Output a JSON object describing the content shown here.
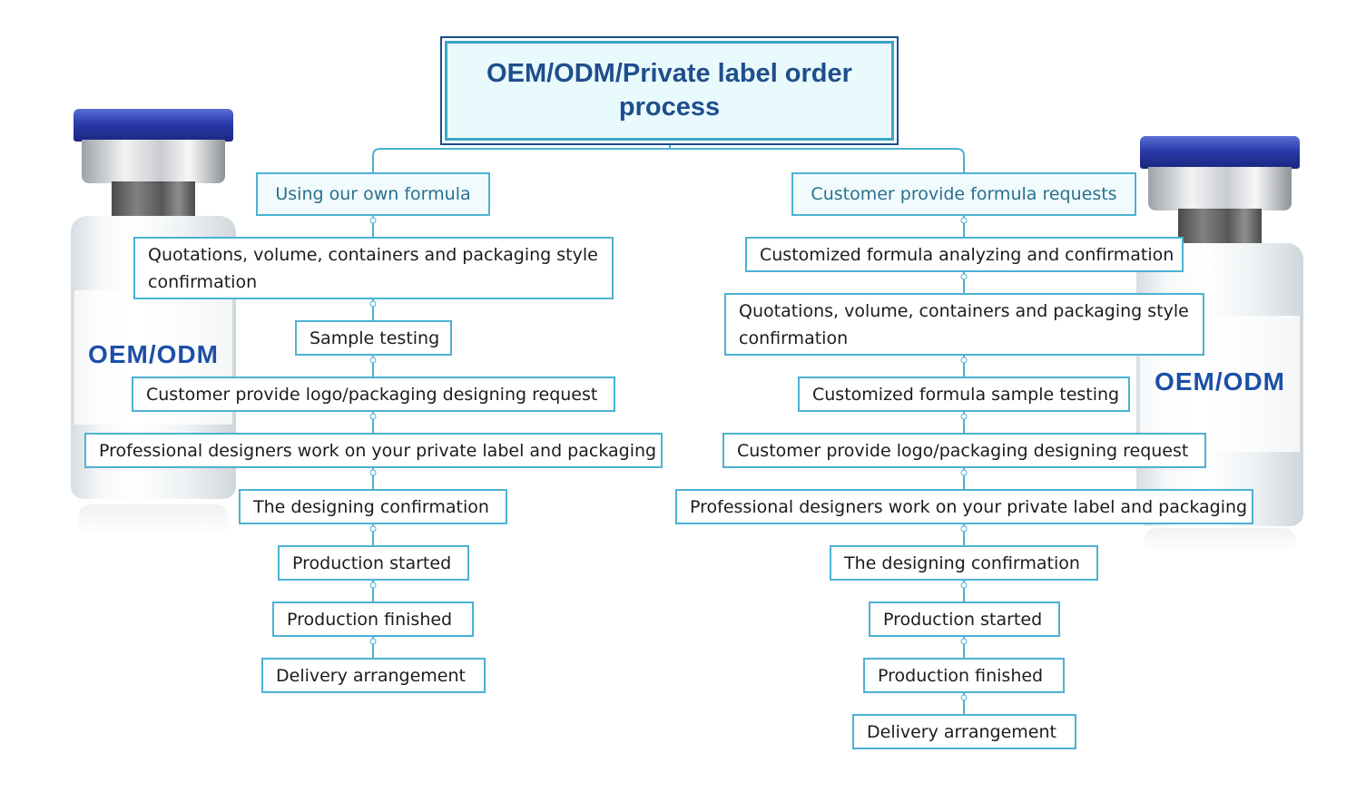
{
  "colors": {
    "title_text": "#1f4e8c",
    "title_border": "#3aa6c9",
    "node_border": "#4cb2d3",
    "branch_text": "#2a6f8f",
    "vial_cap": "#2a3aa8",
    "vial_text": "#1d4fa8"
  },
  "title": "OEM/ODM/Private label order process",
  "vial_left": {
    "label": "OEM/ODM"
  },
  "vial_right": {
    "label": "OEM/ODM"
  },
  "left_branch": {
    "header": "Using our own formula",
    "steps": [
      "Quotations, volume, containers and packaging style confirmation",
      "Sample testing",
      "Customer provide logo/packaging designing request",
      "Professional designers work on your private label and packaging",
      "The designing confirmation",
      "Production started",
      "Production finished",
      "Delivery arrangement"
    ]
  },
  "right_branch": {
    "header": "Customer provide formula requests",
    "steps": [
      "Customized formula analyzing and confirmation",
      "Quotations, volume, containers and packaging style confirmation",
      "Customized formula sample testing",
      "Customer provide logo/packaging designing request",
      "Professional designers work on your private label and packaging",
      "The designing confirmation",
      "Production started",
      "Production finished",
      "Delivery arrangement"
    ]
  }
}
